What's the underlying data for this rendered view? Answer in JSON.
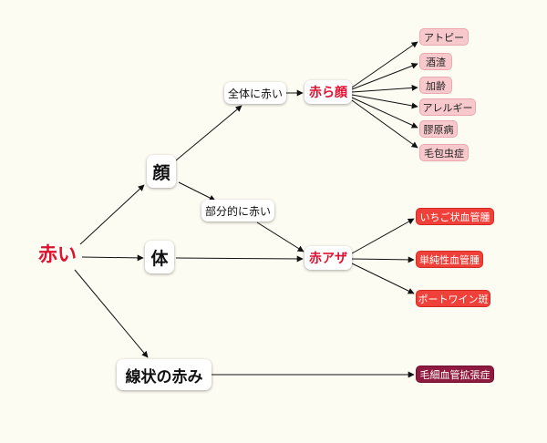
{
  "colors": {
    "background": "#fdfcf2",
    "accent_red_text": "#e01030",
    "leaf_pink": "#f8c9cc",
    "leaf_red": "#f0403a",
    "leaf_wine": "#8e1a3f",
    "edge": "#111111"
  },
  "nodes": {
    "root": "赤い",
    "face": "顔",
    "body": "体",
    "linear": "線状の赤み",
    "whole_red": "全体に赤い",
    "partial_red": "部分的に赤い",
    "red_face": "赤ら顔",
    "red_mark": "赤アザ"
  },
  "red_face_causes": [
    "アトピー",
    "酒渣",
    "加齢",
    "アレルギー",
    "膠原病",
    "毛包虫症"
  ],
  "red_mark_types": [
    "いちご状血管腫",
    "単純性血管腫",
    "ポートワイン斑"
  ],
  "linear_types": [
    "毛細血管拡張症"
  ]
}
